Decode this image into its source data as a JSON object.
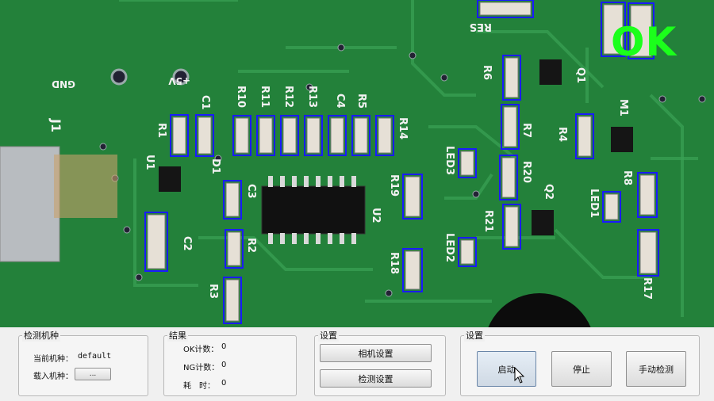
{
  "viewport": {
    "status": "OK",
    "status_color": "#1bff1b",
    "board_labels": {
      "gnd": "GND",
      "plus5v": "+5V",
      "res": "RES",
      "j1": "J1",
      "u1": "U1",
      "u2": "U2",
      "q1": "Q1",
      "q2": "Q2",
      "m1": "M1",
      "c1": "C1",
      "c2": "C2",
      "c3": "C3",
      "c4": "C4",
      "d1": "D1",
      "r1": "R1",
      "r2": "R2",
      "r3": "R3",
      "r4": "R4",
      "r5": "R5",
      "r6": "R6",
      "r7": "R7",
      "r8": "R8",
      "r10": "R10",
      "r11": "R11",
      "r12": "R12",
      "r13": "R13",
      "r14": "R14",
      "r17": "R17",
      "r18": "R18",
      "r19": "R19",
      "r20": "R20",
      "r21": "R21",
      "led1": "LED1",
      "led2": "LED2",
      "led3": "LED3"
    },
    "detection_box_color": "#1a1aff"
  },
  "groups": {
    "model": {
      "title": "检测机种",
      "current_label": "当前机种：",
      "current_value": "default",
      "load_label": "载入机种：",
      "browse_button": "..."
    },
    "result": {
      "title": "结果",
      "ok_count_label": "OK计数：",
      "ok_count": "0",
      "ng_count_label": "NG计数：",
      "ng_count": "0",
      "time_label": "耗　时：",
      "time_value": "0"
    },
    "settings1": {
      "title": "设置",
      "camera_button": "相机设置",
      "detect_button": "检测设置"
    },
    "settings2": {
      "title": "设置",
      "start_button": "启动",
      "stop_button": "停止",
      "manual_button": "手动检测"
    }
  }
}
